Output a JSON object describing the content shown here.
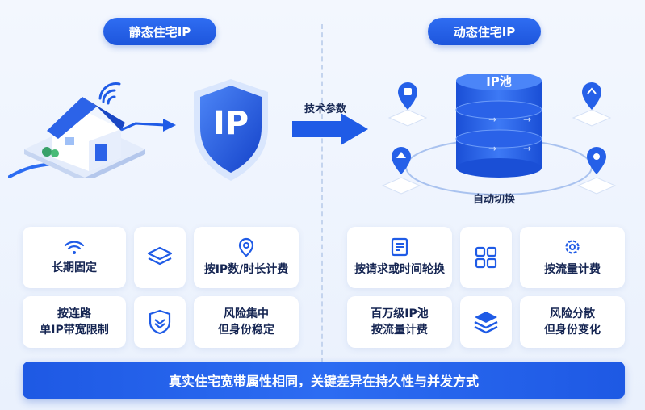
{
  "static_section": {
    "title": "静态住宅IP",
    "shield_text": "IP",
    "cards": [
      {
        "label": "长期固定",
        "icon": "wifi-icon"
      },
      {
        "label": "layers",
        "icon": "layers-icon"
      },
      {
        "label": "按IP数/时长计费",
        "icon": "location-pin-icon"
      },
      {
        "label": "按连路\n单IP带宽限制",
        "icon": "none"
      },
      {
        "label": "shield",
        "icon": "shield-check-icon"
      },
      {
        "label": "风险集中\n但身份稳定",
        "icon": "none"
      }
    ]
  },
  "middle_arrow": {
    "label": "技术参数"
  },
  "dynamic_section": {
    "title": "动态住宅IP",
    "pool_label": "IP池",
    "switch_label": "自动切换",
    "cards": [
      {
        "label": "按请求或时间轮换",
        "icon": "document-icon"
      },
      {
        "label": "grid",
        "icon": "grid-icon"
      },
      {
        "label": "按流量计费",
        "icon": "gear-icon"
      },
      {
        "label": "百万级IP池\n按流量计费",
        "icon": "none"
      },
      {
        "label": "layers",
        "icon": "layers-icon"
      },
      {
        "label": "风险分散\n但身份变化",
        "icon": "none"
      }
    ]
  },
  "banner": {
    "text": "真实住宅宽带属性相同，关键差异在持久性与并发方式"
  },
  "colors": {
    "accent": "#2563eb",
    "dark_accent": "#1d4ed8",
    "light_bg": "#eef4fe"
  }
}
